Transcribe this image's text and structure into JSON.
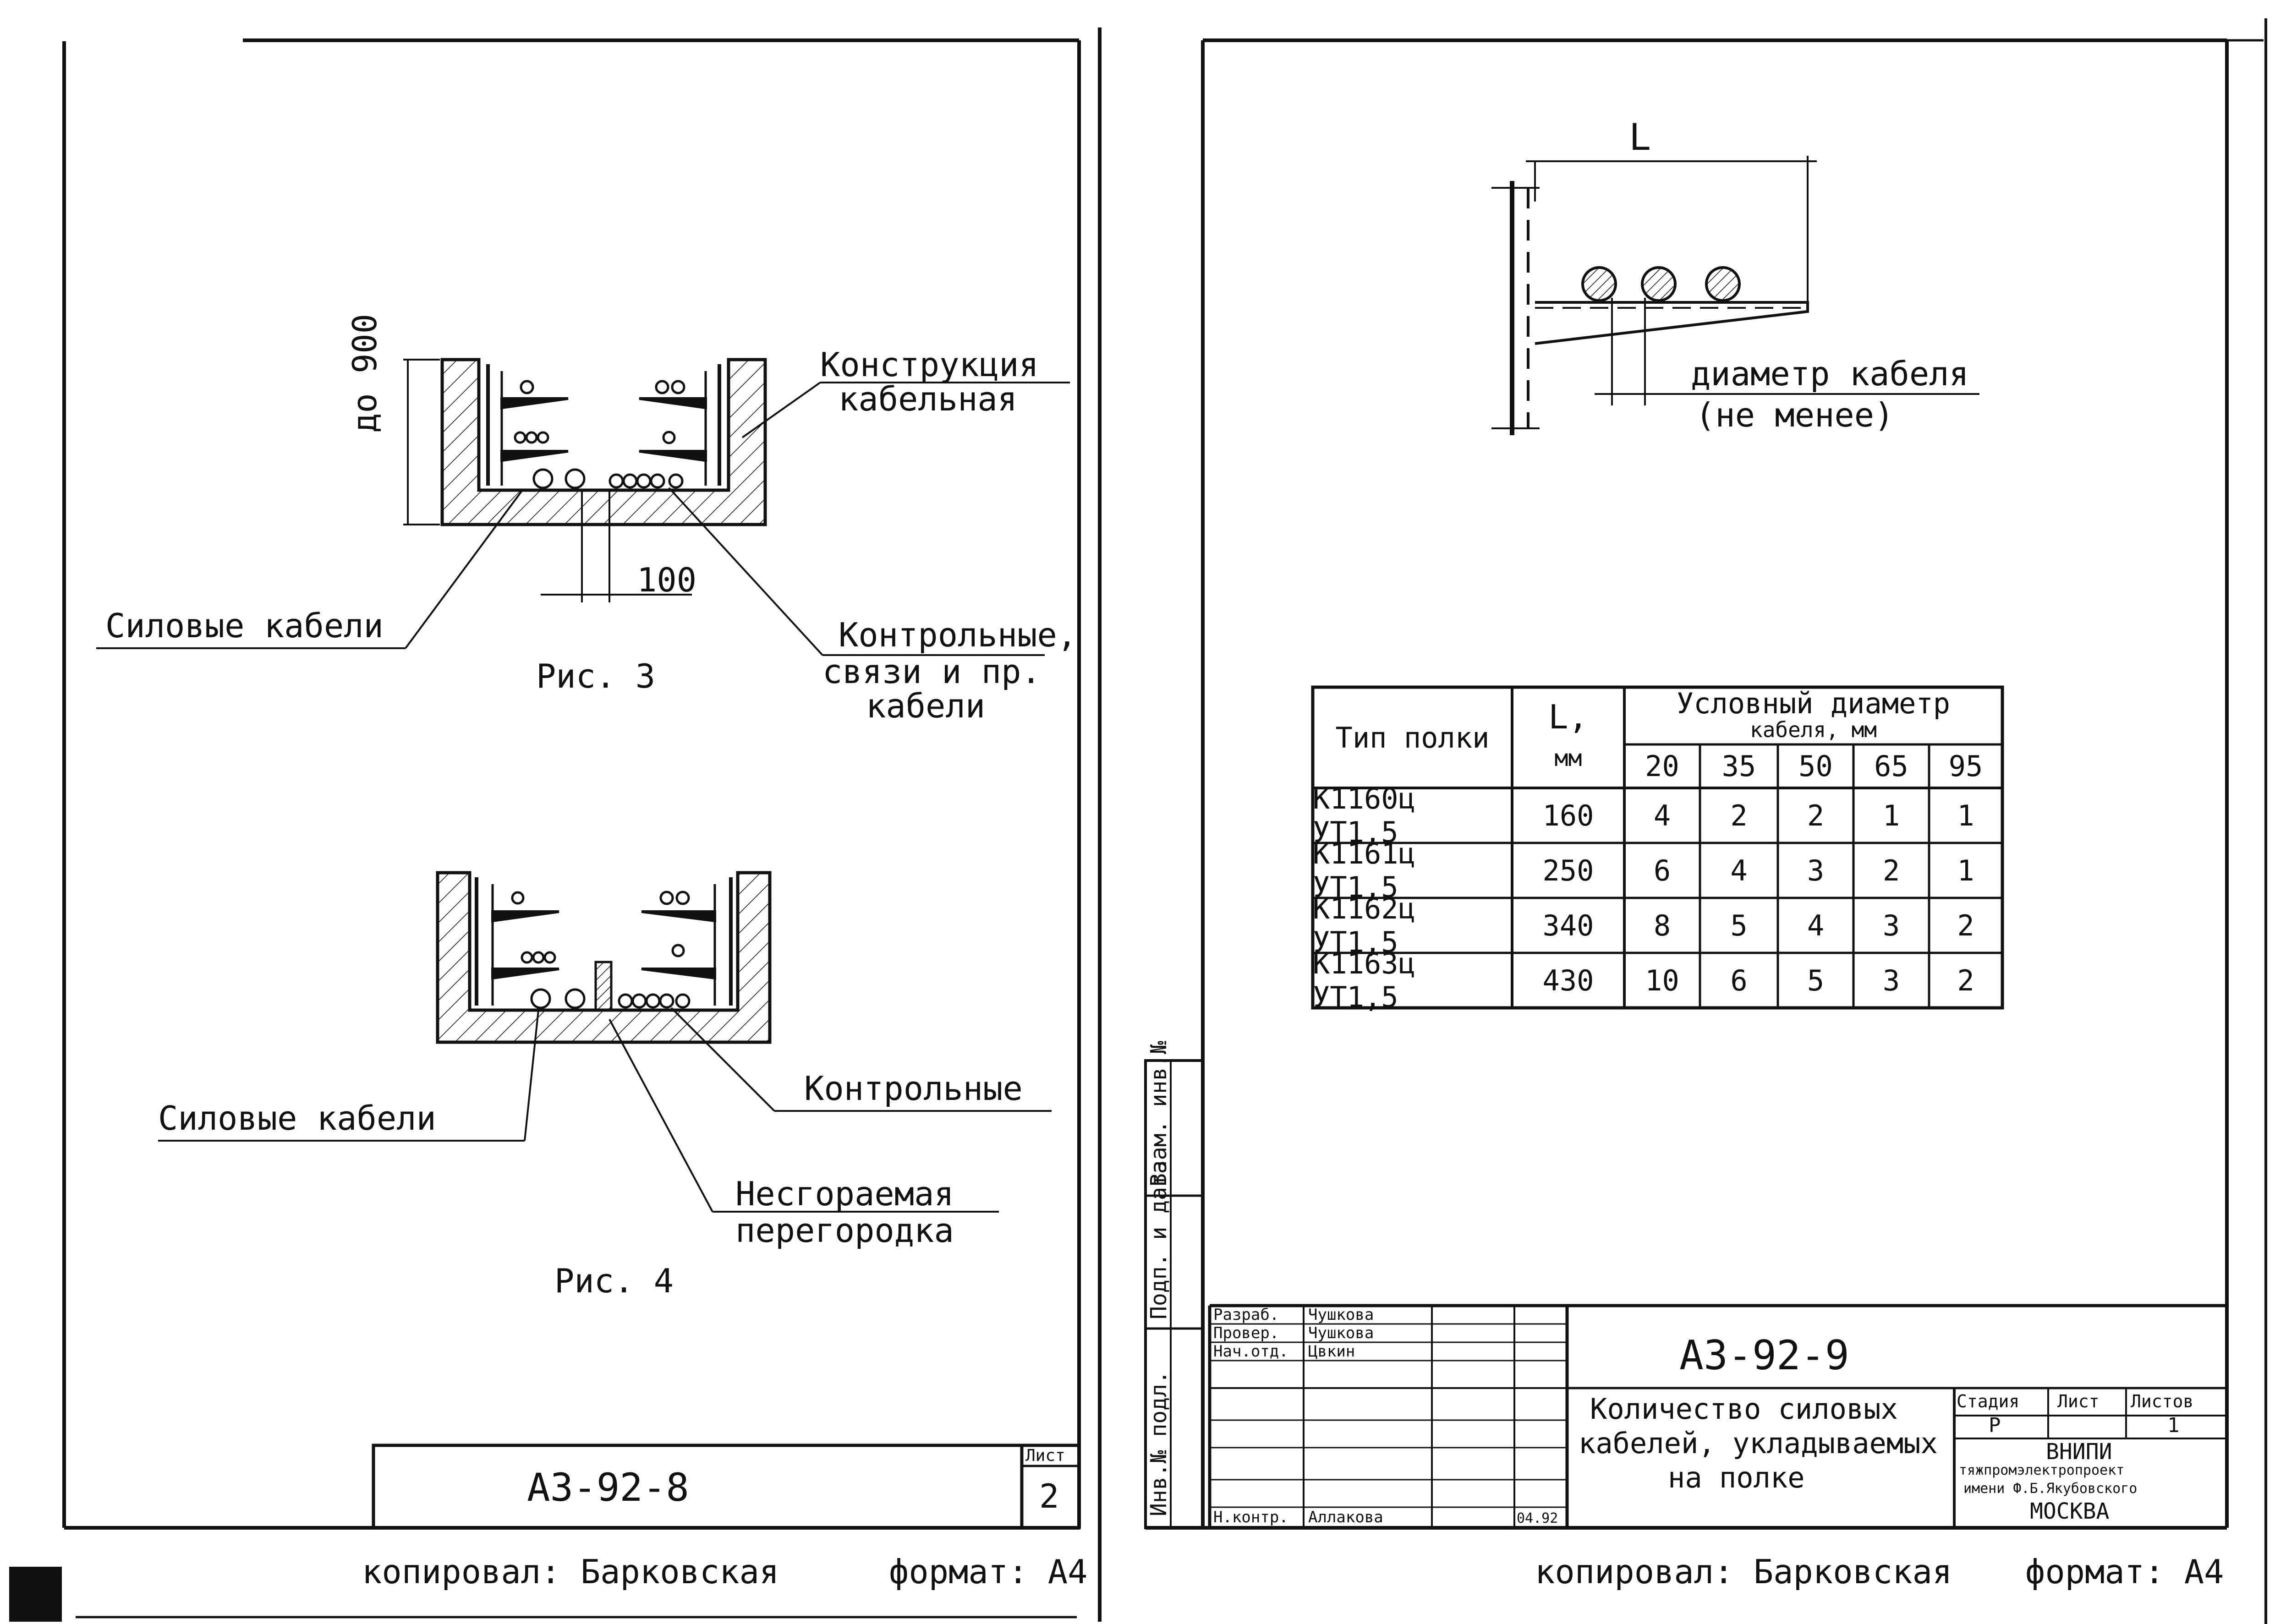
{
  "left_sheet": {
    "fig3": {
      "label_construction_1": "Конструкция",
      "label_construction_2": "кабельная",
      "dim_height": "до 900",
      "label_power": "Силовые кабели",
      "dim_spacing": "100",
      "label_control_1": "Контрольные,",
      "label_control_2": "связи и пр.",
      "label_control_3": "кабели",
      "caption": "Рис. 3"
    },
    "fig4": {
      "label_power": "Силовые кабели",
      "label_control": "Контрольные",
      "label_partition_1": "Несгораемая",
      "label_partition_2": "перегородка",
      "caption": "Рис. 4"
    },
    "stamp": {
      "code": "А3-92-8",
      "sheet_label": "Лист",
      "sheet_no": "2"
    },
    "footer": {
      "copied": "копировал: Барковская",
      "format": "формат: А4"
    }
  },
  "right_sheet": {
    "shelf": {
      "dim_L": "L",
      "label_diameter_1": "диаметр кабеля",
      "label_diameter_2": "(не менее)"
    },
    "table": {
      "header_type": "Тип полки",
      "header_L": "L,",
      "header_L_unit": "мм",
      "header_diam": "Условный диаметр",
      "header_diam_2": "кабеля, мм",
      "diameters": [
        "20",
        "35",
        "50",
        "65",
        "95"
      ],
      "rows": [
        {
          "type": "К1160ц УТ1,5",
          "L": "160",
          "counts": [
            "4",
            "2",
            "2",
            "1",
            "1"
          ]
        },
        {
          "type": "К1161ц УТ1,5",
          "L": "250",
          "counts": [
            "6",
            "4",
            "3",
            "2",
            "1"
          ]
        },
        {
          "type": "К1162ц УТ1,5",
          "L": "340",
          "counts": [
            "8",
            "5",
            "4",
            "3",
            "2"
          ]
        },
        {
          "type": "К1163ц УТ1,5",
          "L": "430",
          "counts": [
            "10",
            "6",
            "5",
            "3",
            "2"
          ]
        }
      ]
    },
    "side_labels": [
      "Инв.№ подл.",
      "Подп. и дата",
      "Взам. инв.№"
    ],
    "title_block": {
      "roles": [
        "Разраб.",
        "Провер.",
        "Нач.отд.",
        "",
        "",
        "",
        "Н.контр."
      ],
      "names": [
        "Чушкова",
        "Чушкова",
        "Цвкин",
        "",
        "",
        "",
        "Аллакова"
      ],
      "date": "04.92",
      "code": "А3-92-9",
      "title_1": "Количество силовых",
      "title_2": "кабелей, укладываемых",
      "title_3": "на полке",
      "stage_label": "Стадия",
      "sheet_label": "Лист",
      "sheets_label": "Листов",
      "stage": "Р",
      "sheets": "1",
      "org_1": "ВНИПИ",
      "org_2": "тяжпромэлектропроект",
      "org_3": "имени Ф.Б.Якубовского",
      "org_4": "МОСКВА"
    },
    "footer": {
      "copied": "копировал: Барковская",
      "format": "формат: А4"
    }
  }
}
